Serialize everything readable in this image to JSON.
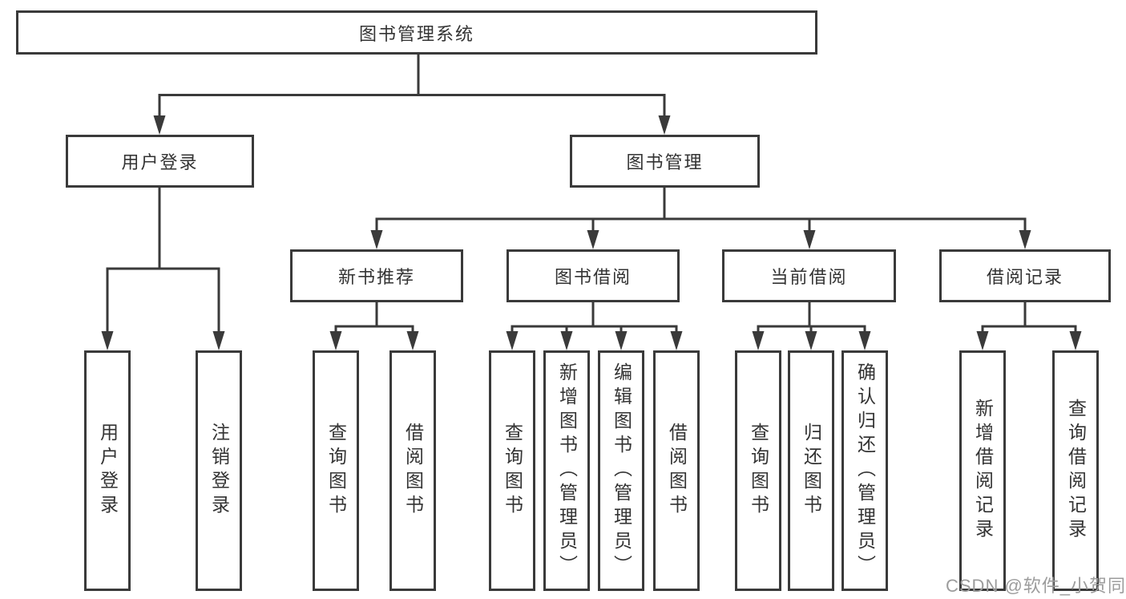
{
  "diagram": {
    "root": {
      "label": "图书管理系统"
    },
    "user_login": {
      "label": "用户登录",
      "children": [
        {
          "label": "用户登录"
        },
        {
          "label": "注销登录"
        }
      ]
    },
    "book_mgmt": {
      "label": "图书管理",
      "children": [
        {
          "label": "新书推荐",
          "children": [
            {
              "label": "查询图书"
            },
            {
              "label": "借阅图书"
            }
          ]
        },
        {
          "label": "图书借阅",
          "children": [
            {
              "label": "查询图书"
            },
            {
              "label": "新增图书（管理员）"
            },
            {
              "label": "编辑图书（管理员）"
            },
            {
              "label": "借阅图书"
            }
          ]
        },
        {
          "label": "当前借阅",
          "children": [
            {
              "label": "查询图书"
            },
            {
              "label": "归还图书"
            },
            {
              "label": "确认归还（管理员）"
            }
          ]
        },
        {
          "label": "借阅记录",
          "children": [
            {
              "label": "新增借阅记录"
            },
            {
              "label": "查询借阅记录"
            }
          ]
        }
      ]
    }
  },
  "watermark": "CSDN @软件_小贺同学",
  "colors": {
    "line": "#3a3a3a",
    "text": "#333333",
    "watermark_gray": "#9c9c9c",
    "background": "#ffffff"
  }
}
